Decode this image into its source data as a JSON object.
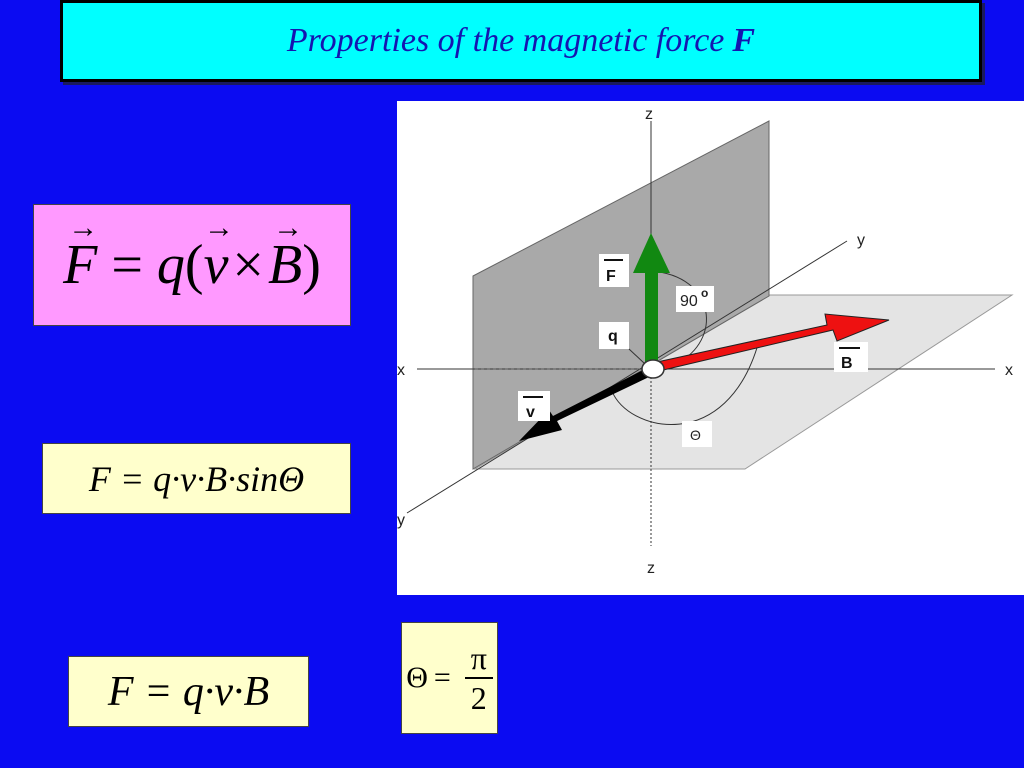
{
  "title": {
    "text": "Properties of the magnetic force",
    "symbol": "F"
  },
  "equations": {
    "cross_product": {
      "F": "F",
      "equals": "=",
      "q": "q",
      "lparen": "(",
      "v": "v",
      "times": "×",
      "B": "B",
      "rparen": ")"
    },
    "sine_form": "F = q·v·B·sinΘ",
    "perpendicular_form": "F = q·v·B",
    "angle_condition": {
      "theta": "Θ",
      "equals": "=",
      "numerator": "π",
      "denominator": "2"
    }
  },
  "diagram": {
    "axis_labels": {
      "z_top": "z",
      "z_bottom": "z",
      "y_top": "y",
      "y_bottom": "y",
      "x_left": "x",
      "x_right": "x"
    },
    "vector_labels": {
      "force": "F",
      "field": "B",
      "velocity": "v"
    },
    "charge_label": "q",
    "angle_right": "90",
    "angle_degree": "o",
    "angle_theta": "Θ",
    "colors": {
      "force_arrow": "#118811",
      "field_arrow": "#ee1111",
      "velocity_arrow": "#000000",
      "vertical_plane": "#a9a9a9",
      "horizontal_plane": "#e4e4e4"
    }
  }
}
